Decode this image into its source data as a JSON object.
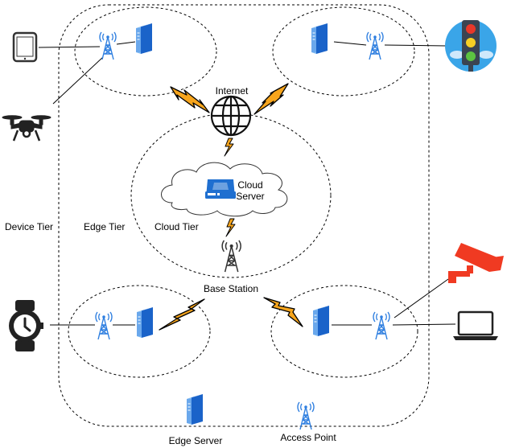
{
  "labels": {
    "internet": "Internet",
    "cloud_line1": "Cloud",
    "cloud_line2": "Server",
    "base_station": "Base Station",
    "device_tier": "Device Tier",
    "edge_tier": "Edge Tier",
    "cloud_tier": "Cloud Tier",
    "edge_server_legend": "Edge Server",
    "access_point_legend": "Access Point"
  },
  "colors": {
    "server_blue": "#2f7fe0",
    "server_light": "#9fc9f5",
    "lightning_fill": "#f7a51c",
    "cloud_blue": "#1f6fd0",
    "camera_red": "#f03a22",
    "antenna_blue": "#2f7fe0",
    "device_dark": "#222222",
    "traffic_light_bg": "#3aa5e8"
  },
  "icons": [
    "tablet-icon",
    "drone-icon",
    "smartwatch-icon",
    "laptop-icon",
    "security-camera-icon",
    "traffic-light-icon",
    "globe-icon",
    "cloud-server-icon",
    "cell-tower-icon",
    "edge-server-icon",
    "access-point-icon",
    "lightning-icon"
  ]
}
